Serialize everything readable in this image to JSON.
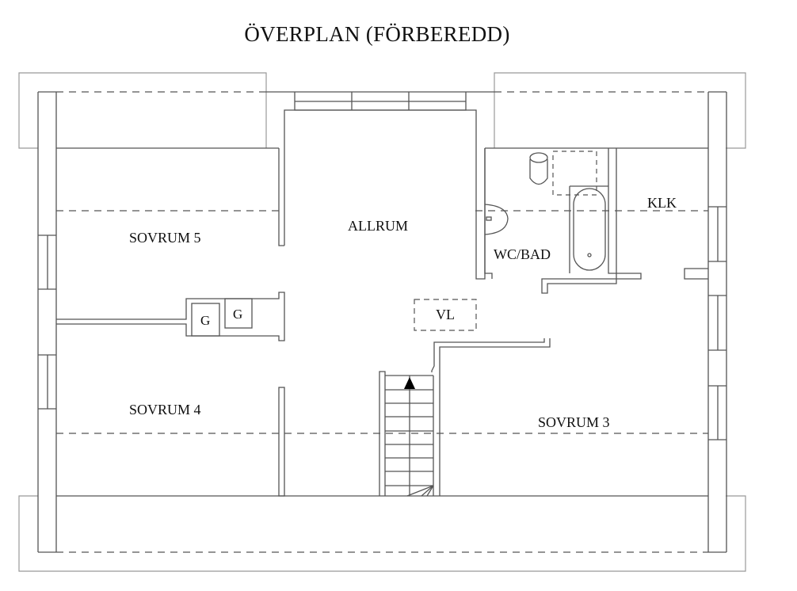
{
  "title": "ÖVERPLAN (FÖRBEREDD)",
  "rooms": {
    "allrum": "ALLRUM",
    "sovrum5": "SOVRUM 5",
    "sovrum4": "SOVRUM 4",
    "sovrum3": "SOVRUM 3",
    "wc_bad": "WC/BAD",
    "klk": "KLK",
    "vl": "VL"
  },
  "fixtures": {
    "g1": "G",
    "g2": "G"
  },
  "colors": {
    "line": "#555555",
    "light_line": "#999999",
    "text": "#111111",
    "background": "#ffffff"
  }
}
